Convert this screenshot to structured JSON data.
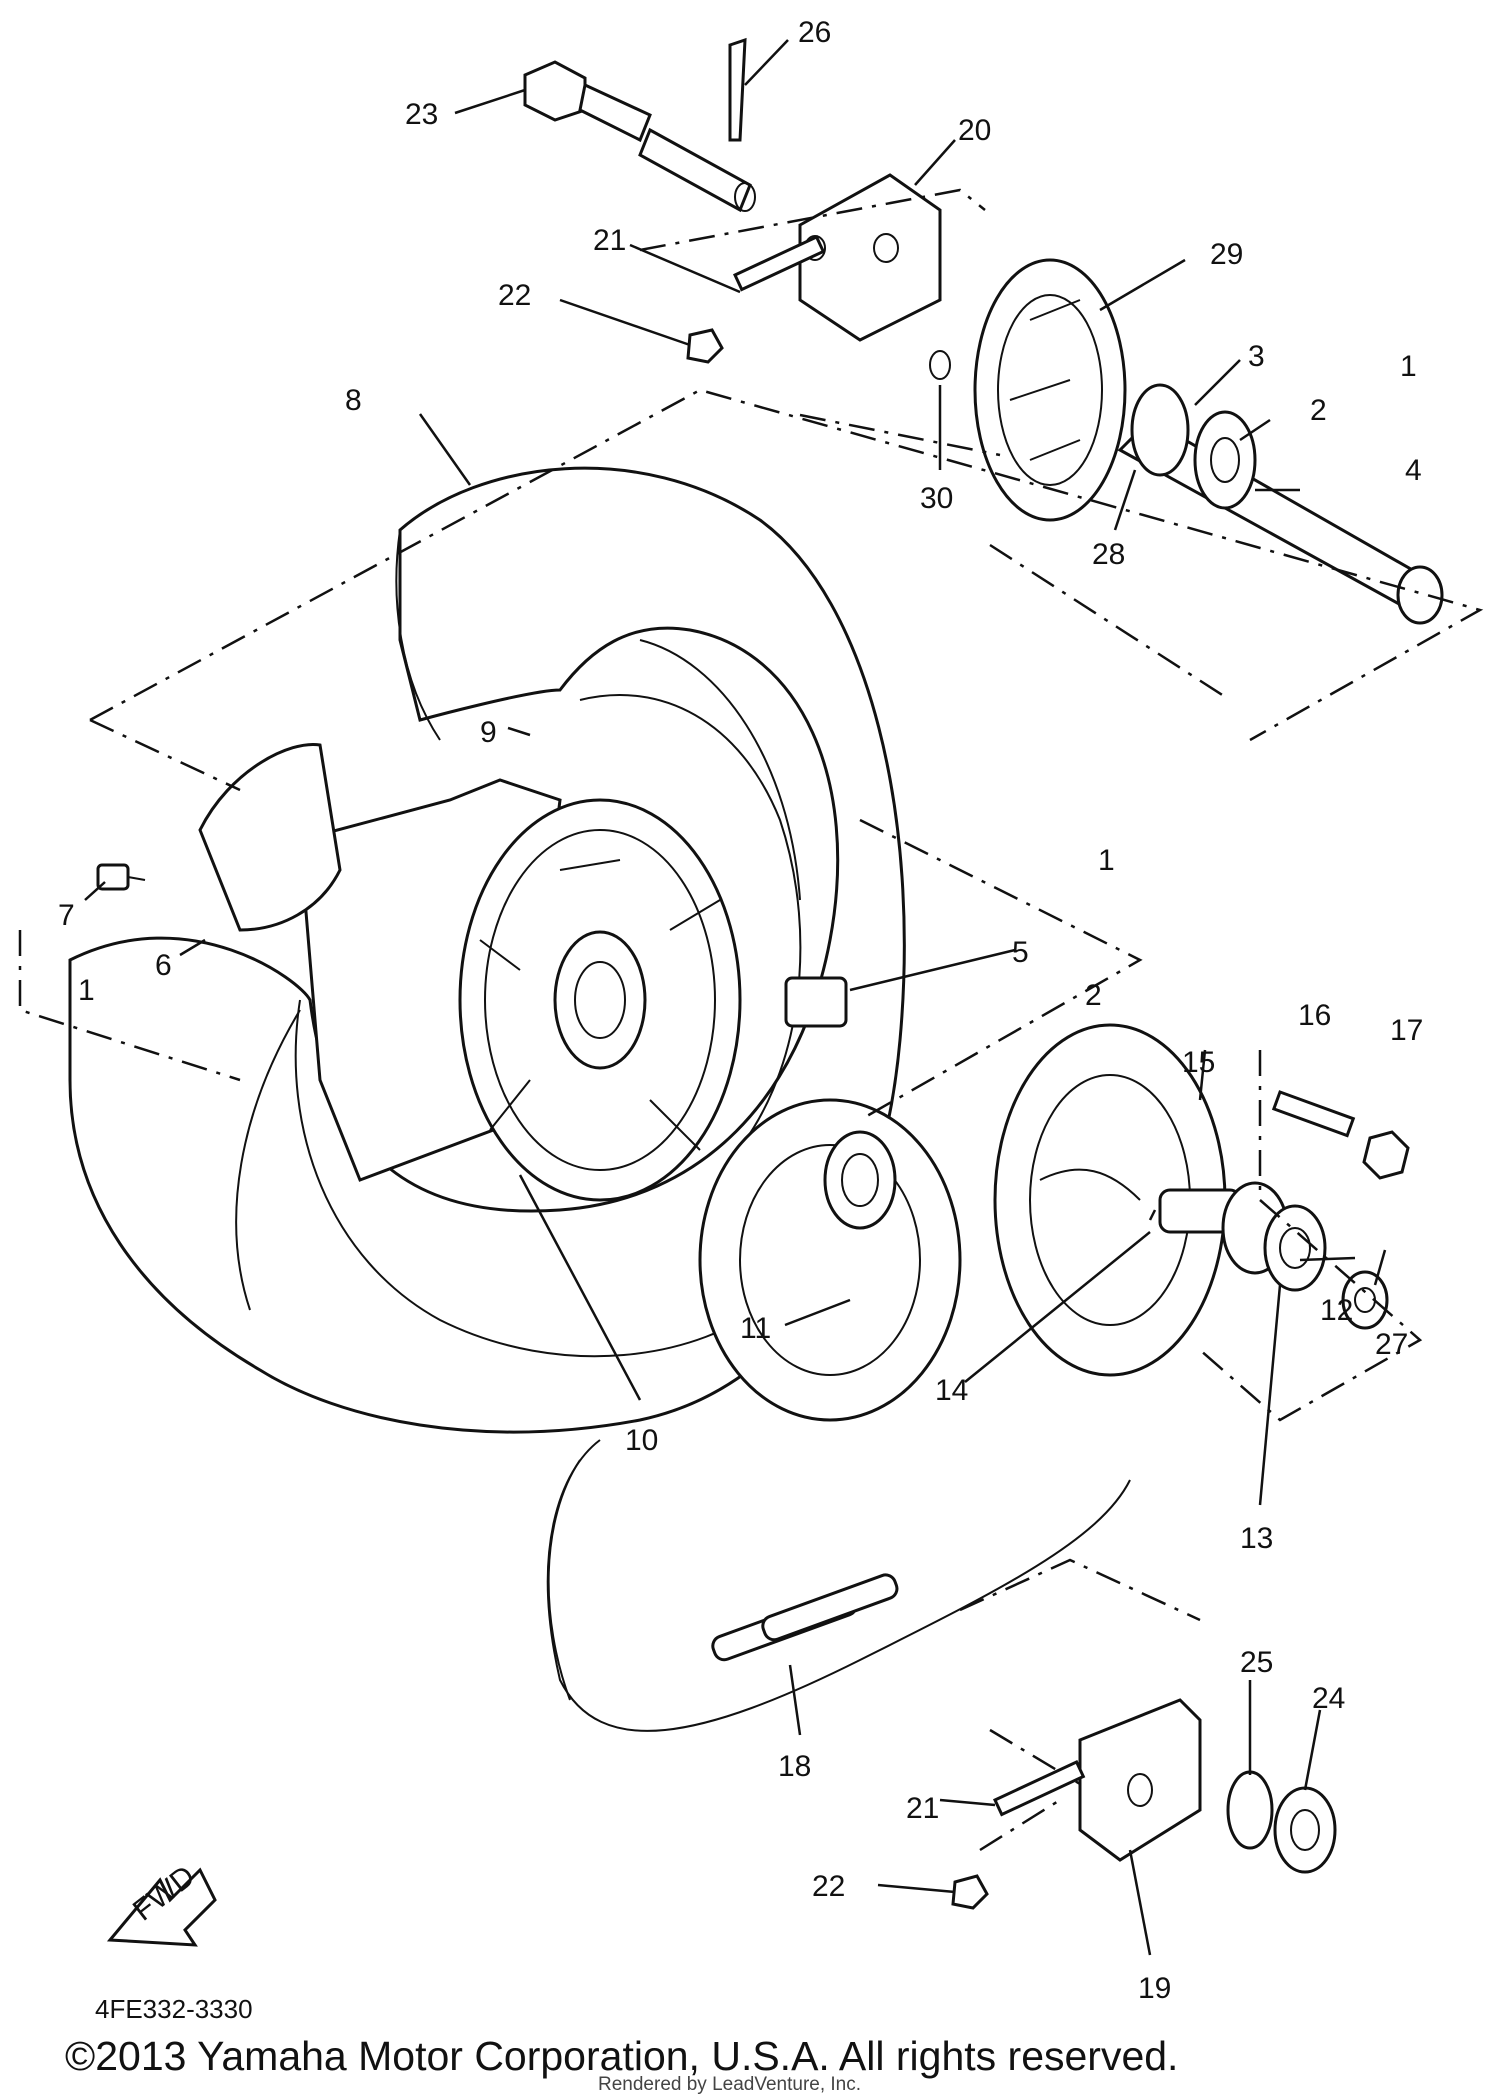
{
  "callouts": [
    {
      "id": "26",
      "label": "26"
    },
    {
      "id": "20",
      "label": "20"
    },
    {
      "id": "23",
      "label": "23"
    },
    {
      "id": "21a",
      "label": "21"
    },
    {
      "id": "22a",
      "label": "22"
    },
    {
      "id": "29",
      "label": "29"
    },
    {
      "id": "3",
      "label": "3"
    },
    {
      "id": "1a",
      "label": "1"
    },
    {
      "id": "2a",
      "label": "2"
    },
    {
      "id": "8",
      "label": "8"
    },
    {
      "id": "30",
      "label": "30"
    },
    {
      "id": "4",
      "label": "4"
    },
    {
      "id": "28",
      "label": "28"
    },
    {
      "id": "9",
      "label": "9"
    },
    {
      "id": "1b",
      "label": "1"
    },
    {
      "id": "7",
      "label": "7"
    },
    {
      "id": "6",
      "label": "6"
    },
    {
      "id": "5",
      "label": "5"
    },
    {
      "id": "1c",
      "label": "1"
    },
    {
      "id": "2b",
      "label": "2"
    },
    {
      "id": "16",
      "label": "16"
    },
    {
      "id": "17",
      "label": "17"
    },
    {
      "id": "15",
      "label": "15"
    },
    {
      "id": "12",
      "label": "12"
    },
    {
      "id": "27",
      "label": "27"
    },
    {
      "id": "11",
      "label": "11"
    },
    {
      "id": "10",
      "label": "10"
    },
    {
      "id": "14",
      "label": "14"
    },
    {
      "id": "13",
      "label": "13"
    },
    {
      "id": "25",
      "label": "25"
    },
    {
      "id": "24",
      "label": "24"
    },
    {
      "id": "18",
      "label": "18"
    },
    {
      "id": "21b",
      "label": "21"
    },
    {
      "id": "22b",
      "label": "22"
    },
    {
      "id": "19",
      "label": "19"
    }
  ],
  "fwd_label": "FWD",
  "diagram_code": "4FE332-3330",
  "copyright": "©2013 Yamaha Motor Corporation, U.S.A. All rights reserved.",
  "watermark": "Rendered by LeadVenture, Inc."
}
